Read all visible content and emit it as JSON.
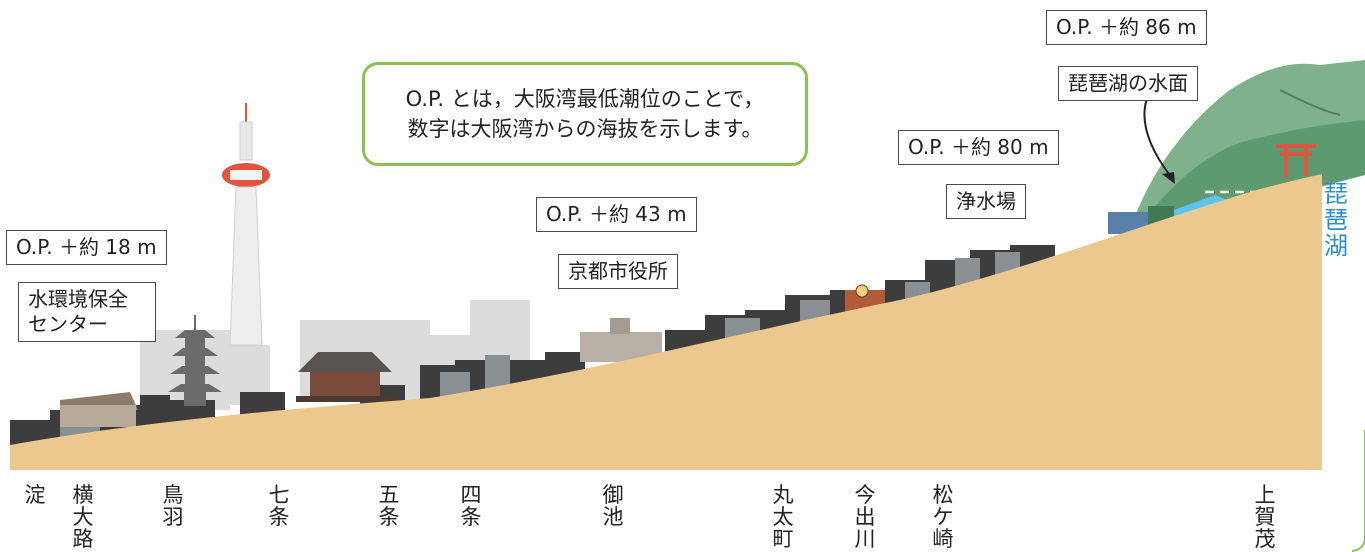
{
  "note": {
    "line1": "O.P. とは，大阪湾最低潮位のことで，",
    "line2": "数字は大阪湾からの海抜を示します。"
  },
  "points": [
    {
      "elevation": "O.P. ＋約 18 m",
      "place": "水環境保全センター"
    },
    {
      "elevation": "O.P. ＋約 43 m",
      "place": "京都市役所"
    },
    {
      "elevation": "O.P. ＋約 80 m",
      "place": "浄水場"
    },
    {
      "elevation": "O.P. ＋約 86 m",
      "place": "琵琶湖の水面"
    }
  ],
  "lake_label": "琵琶湖",
  "stations": [
    "淀",
    "横大路",
    "鳥羽",
    "七条",
    "五条",
    "四条",
    "御池",
    "丸太町",
    "今出川",
    "松ケ崎",
    "上賀茂"
  ],
  "colors": {
    "ground": "#ebc98e",
    "water": "#5bc3ec",
    "lake_text": "#2a8fd0",
    "note_border": "#8cc152",
    "buildings": "#3d3d3d",
    "mountain": "#7fb28c",
    "torii": "#e0553e"
  }
}
